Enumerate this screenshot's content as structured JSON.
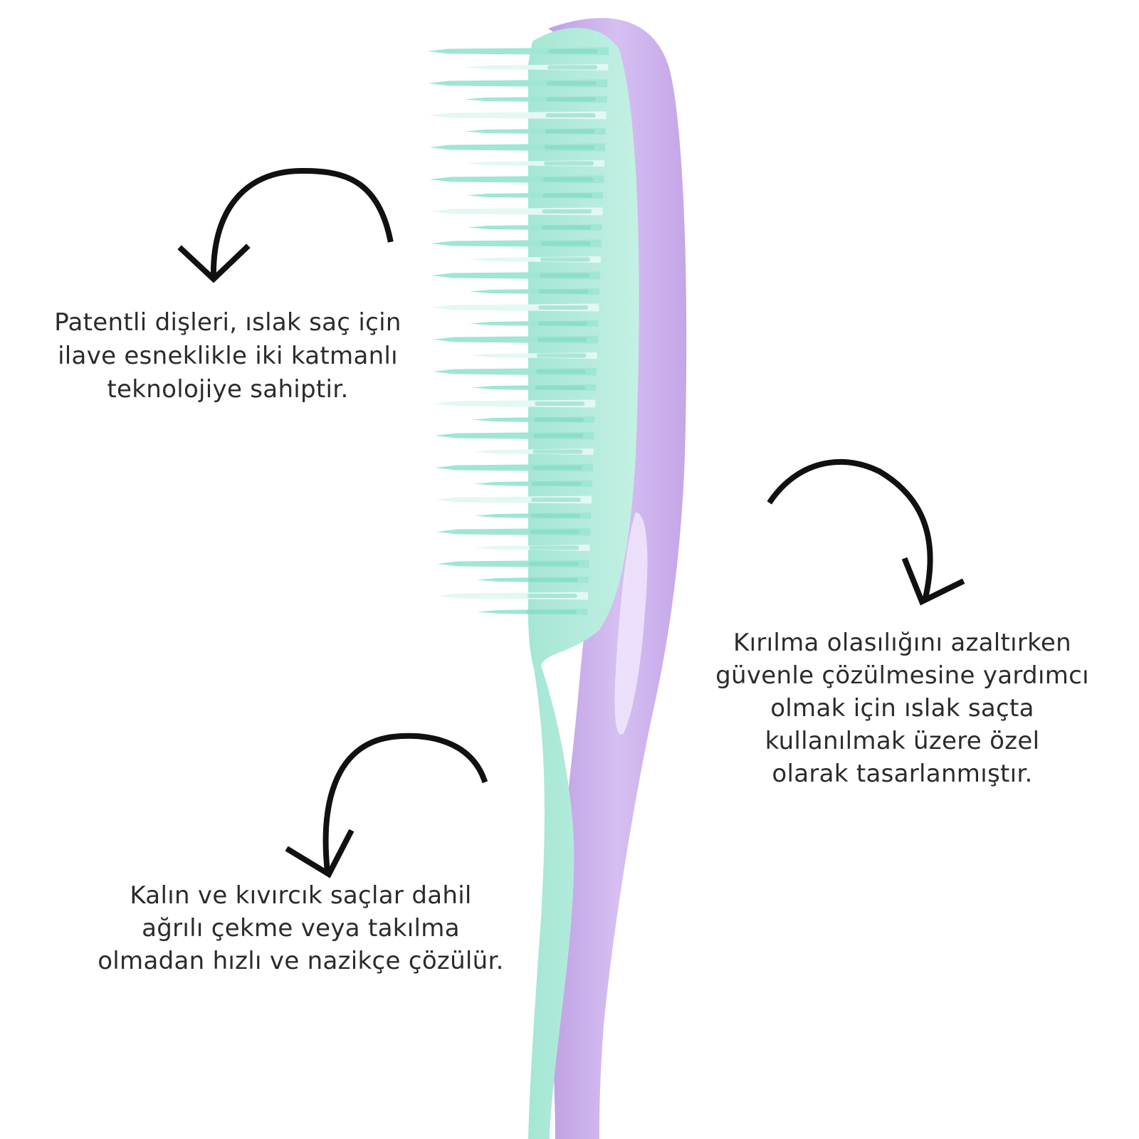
{
  "colors": {
    "background": "#ffffff",
    "bristle_mint": "#9fe6d4",
    "bristle_tip": "#e3f8f2",
    "pad_mint": "#b2eadb",
    "handle_lilac": "#cdb1ec",
    "arrow": "#111111",
    "text": "#2b2b2b"
  },
  "icons": {
    "product": "detangling-brush",
    "arrows": [
      "curved-arrow-icon",
      "curved-arrow-icon",
      "curved-arrow-icon"
    ]
  },
  "captions": [
    {
      "id": "teeth",
      "lines": [
        "Patentli dişleri, ıslak saç için",
        "ilave esneklikle iki katmanlı",
        "teknolojiye sahiptir."
      ]
    },
    {
      "id": "wet-hair",
      "lines": [
        "Kırılma olasılığını azaltırken",
        "güvenle çözülmesine yardımcı",
        "olmak için ıslak saçta",
        "kullanılmak üzere özel",
        "olarak tasarlanmıştır."
      ]
    },
    {
      "id": "thick-hair",
      "lines": [
        "Kalın ve kıvırcık saçlar dahil",
        "ağrılı çekme veya takılma",
        "olmadan hızlı ve nazikçe çözülür."
      ]
    }
  ]
}
